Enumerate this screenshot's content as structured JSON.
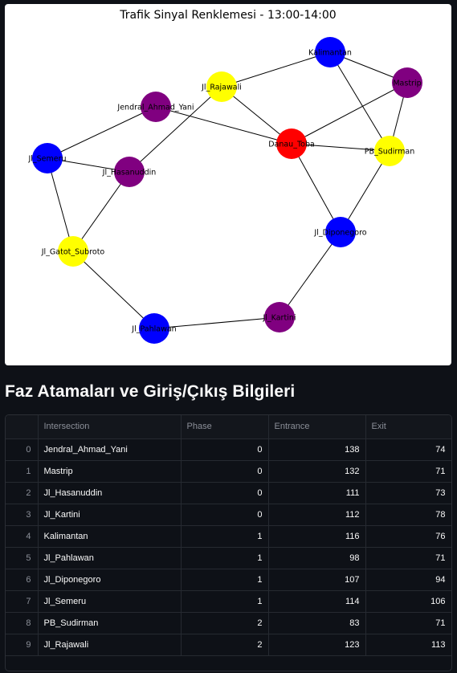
{
  "graph": {
    "title": "Trafik Sinyal Renklemesi - 13:00-14:00",
    "phase_colors": {
      "0": "#800080",
      "1": "#0000ff",
      "2": "#ffff00",
      "3": "#ff0000"
    },
    "nodes": [
      {
        "name": "Jendral_Ahmad_Yani",
        "phase": 0
      },
      {
        "name": "Mastrip",
        "phase": 0
      },
      {
        "name": "Jl_Hasanuddin",
        "phase": 0
      },
      {
        "name": "Jl_Kartini",
        "phase": 0
      },
      {
        "name": "Kalimantan",
        "phase": 1
      },
      {
        "name": "Jl_Pahlawan",
        "phase": 1
      },
      {
        "name": "Jl_Diponegoro",
        "phase": 1
      },
      {
        "name": "Jl_Semeru",
        "phase": 1
      },
      {
        "name": "PB_Sudirman",
        "phase": 2
      },
      {
        "name": "Jl_Rajawali",
        "phase": 2
      },
      {
        "name": "Jl_Gatot_Subroto",
        "phase": 2
      },
      {
        "name": "Danau_Toba",
        "phase": 3
      }
    ],
    "edges": [
      [
        "Jl_Rajawali",
        "Kalimantan"
      ],
      [
        "Kalimantan",
        "Mastrip"
      ],
      [
        "Kalimantan",
        "PB_Sudirman"
      ],
      [
        "Mastrip",
        "PB_Sudirman"
      ],
      [
        "Mastrip",
        "Danau_Toba"
      ],
      [
        "Jl_Rajawali",
        "Danau_Toba"
      ],
      [
        "Jendral_Ahmad_Yani",
        "Danau_Toba"
      ],
      [
        "Jendral_Ahmad_Yani",
        "Jl_Semeru"
      ],
      [
        "Jl_Rajawali",
        "Jl_Hasanuddin"
      ],
      [
        "Danau_Toba",
        "PB_Sudirman"
      ],
      [
        "Danau_Toba",
        "Jl_Diponegoro"
      ],
      [
        "PB_Sudirman",
        "Jl_Diponegoro"
      ],
      [
        "Jl_Semeru",
        "Jl_Hasanuddin"
      ],
      [
        "Jl_Semeru",
        "Jl_Gatot_Subroto"
      ],
      [
        "Jl_Hasanuddin",
        "Jl_Gatot_Subroto"
      ],
      [
        "Jl_Gatot_Subroto",
        "Jl_Pahlawan"
      ],
      [
        "Jl_Pahlawan",
        "Jl_Kartini"
      ],
      [
        "Jl_Kartini",
        "Jl_Diponegoro"
      ]
    ]
  },
  "section_title": "Faz Atamaları ve Giriş/Çıkış Bilgileri",
  "table": {
    "columns": [
      "",
      "Intersection",
      "Phase",
      "Entrance",
      "Exit"
    ],
    "rows": [
      [
        "0",
        "Jendral_Ahmad_Yani",
        "0",
        "138",
        "74"
      ],
      [
        "1",
        "Mastrip",
        "0",
        "132",
        "71"
      ],
      [
        "2",
        "Jl_Hasanuddin",
        "0",
        "111",
        "73"
      ],
      [
        "3",
        "Jl_Kartini",
        "0",
        "112",
        "78"
      ],
      [
        "4",
        "Kalimantan",
        "1",
        "116",
        "76"
      ],
      [
        "5",
        "Jl_Pahlawan",
        "1",
        "98",
        "71"
      ],
      [
        "6",
        "Jl_Diponegoro",
        "1",
        "107",
        "94"
      ],
      [
        "7",
        "Jl_Semeru",
        "1",
        "114",
        "106"
      ],
      [
        "8",
        "PB_Sudirman",
        "2",
        "83",
        "71"
      ],
      [
        "9",
        "Jl_Rajawali",
        "2",
        "123",
        "113"
      ]
    ]
  }
}
